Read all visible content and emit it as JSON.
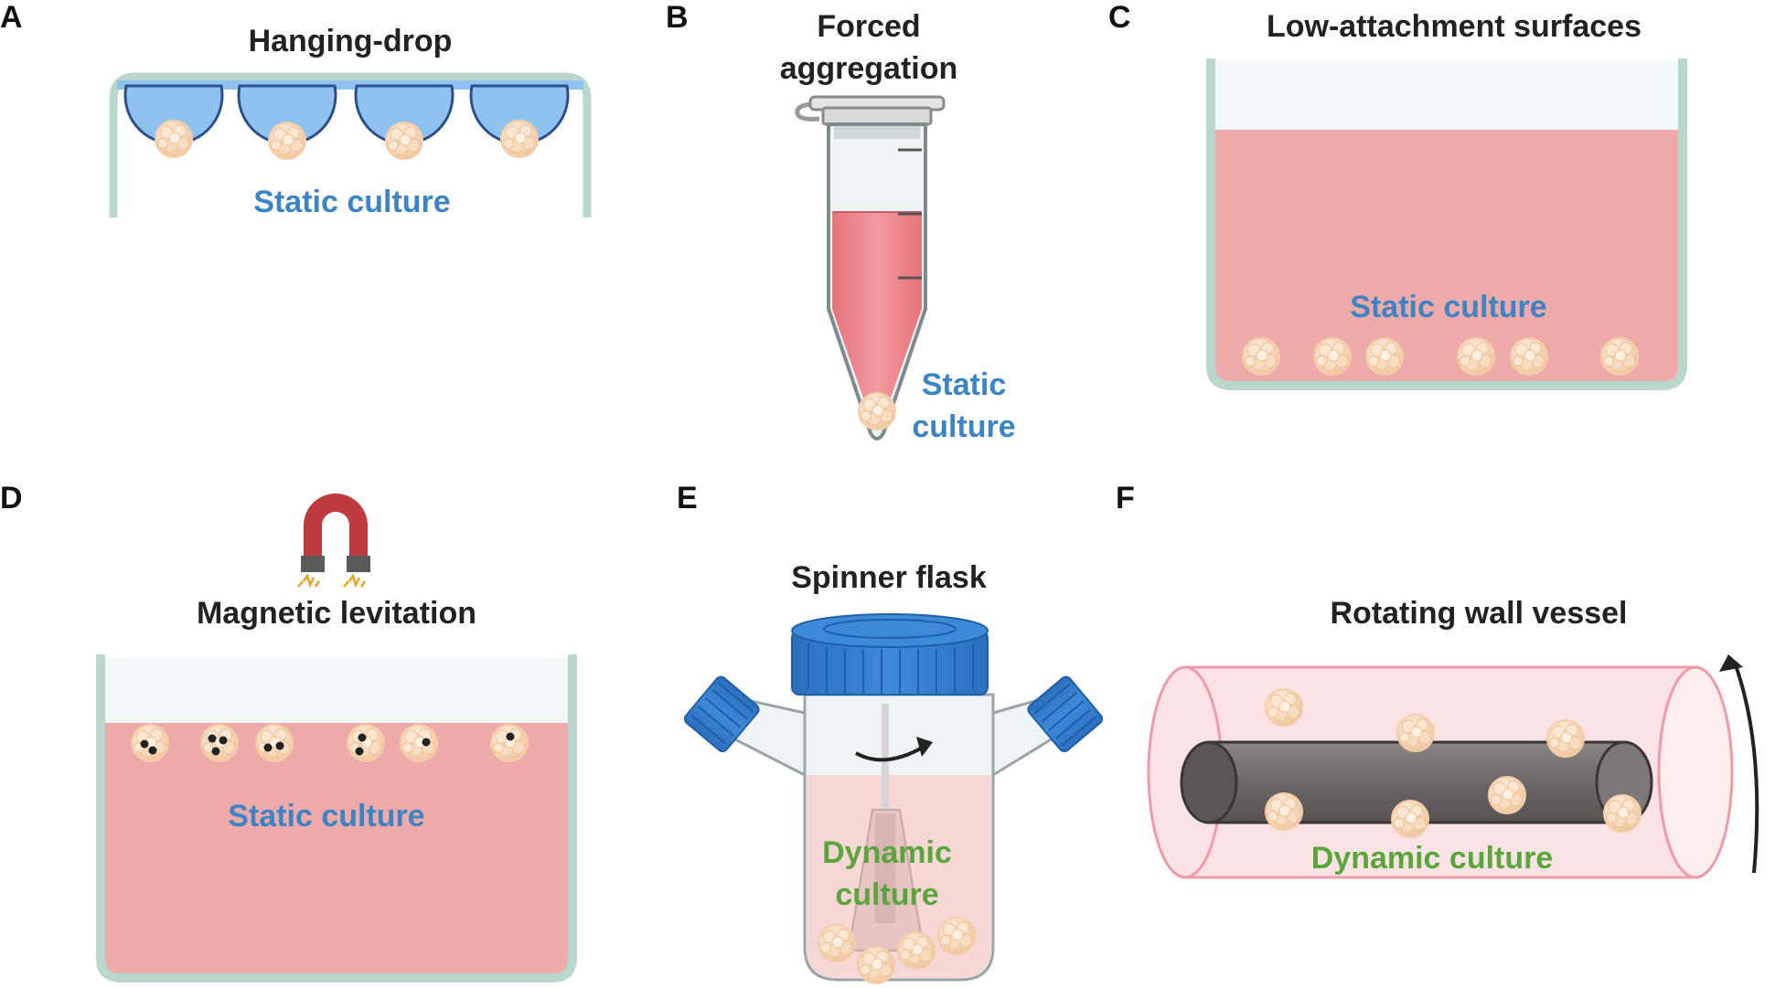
{
  "colors": {
    "static": "#3d84c4",
    "dynamic": "#5aa63c",
    "medium": "#eeaaa9",
    "medium_dark": "#e8a09f",
    "vessel_edge": "#b9d7cc",
    "vessel_fill": "#f2f7f9",
    "drop": "#8fc3ef",
    "spheroid": "#f8d8bc",
    "cap_blue": "#2e78c8",
    "rod": "#6f6b6b",
    "magnet_red": "#bf3b40",
    "magnet_gray": "#5a5a5a"
  },
  "panels": [
    {
      "letter": "A",
      "title": "Hanging-drop",
      "culture": "Static culture",
      "kind": "static",
      "icon": "hanging-drop-plate"
    },
    {
      "letter": "B",
      "title": [
        "Forced",
        "aggregation"
      ],
      "culture": [
        "Static",
        "culture"
      ],
      "kind": "static",
      "icon": "conical-tube"
    },
    {
      "letter": "C",
      "title": "Low-attachment surfaces",
      "culture": "Static culture",
      "kind": "static",
      "icon": "culture-dish"
    },
    {
      "letter": "D",
      "title": "Magnetic levitation",
      "culture": "Static culture",
      "kind": "static",
      "icon": "magnet-dish"
    },
    {
      "letter": "E",
      "title": "Spinner flask",
      "culture": [
        "Dynamic",
        "culture"
      ],
      "kind": "dynamic",
      "icon": "spinner-flask"
    },
    {
      "letter": "F",
      "title": "Rotating wall vessel",
      "culture": "Dynamic culture",
      "kind": "dynamic",
      "icon": "rotating-cylinder"
    }
  ]
}
